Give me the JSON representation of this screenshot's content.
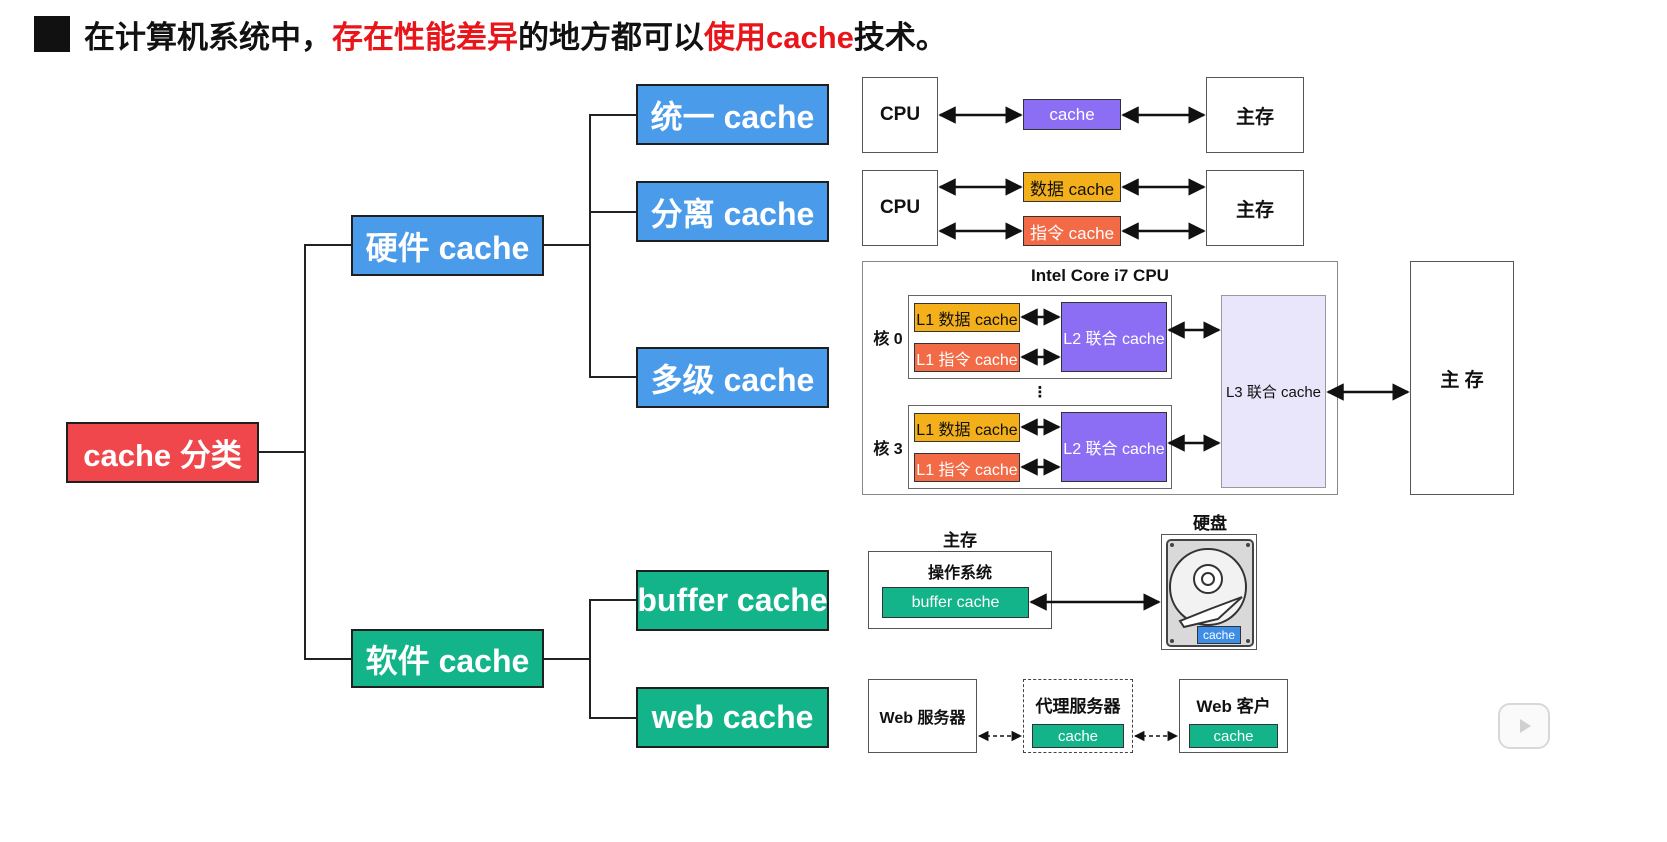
{
  "title": {
    "prefix": "在计算机系统中，",
    "highlight1": "存在性能差异",
    "middle": "的地方都可以",
    "highlight2": "使用cache",
    "suffix": "技术。"
  },
  "tree": {
    "root": "cache 分类",
    "hardware": "硬件 cache",
    "software": "软件 cache",
    "unified": "统一 cache",
    "split": "分离 cache",
    "multilevel": "多级 cache",
    "buffer": "buffer cache",
    "web": "web cache"
  },
  "unified_diagram": {
    "cpu": "CPU",
    "cache": "cache",
    "memory": "主存"
  },
  "split_diagram": {
    "cpu": "CPU",
    "data_cache": "数据 cache",
    "inst_cache": "指令 cache",
    "memory": "主存"
  },
  "multilevel_diagram": {
    "chip_title": "Intel Core i7 CPU",
    "core0": "核 0",
    "core3": "核 3",
    "ellipsis": "⋮",
    "l1_data": "L1 数据 cache",
    "l1_inst": "L1 指令 cache",
    "l2": "L2 联合 cache",
    "l3": "L3 联合 cache",
    "memory": "主 存"
  },
  "buffer_diagram": {
    "memory_label": "主存",
    "os": "操作系统",
    "buffer_cache": "buffer cache",
    "disk_label": "硬盘",
    "disk_cache": "cache"
  },
  "web_diagram": {
    "server": "Web 服务器",
    "proxy": "代理服务器",
    "proxy_cache": "cache",
    "client": "Web 客户",
    "client_cache": "cache"
  },
  "colors": {
    "root": "#f0474d",
    "hardware": "#4a9bea",
    "software": "#13b48a",
    "highlight": "#e8151b",
    "purple": "#8c6ef5",
    "yellow": "#f4b01a",
    "orange": "#f36a46"
  }
}
